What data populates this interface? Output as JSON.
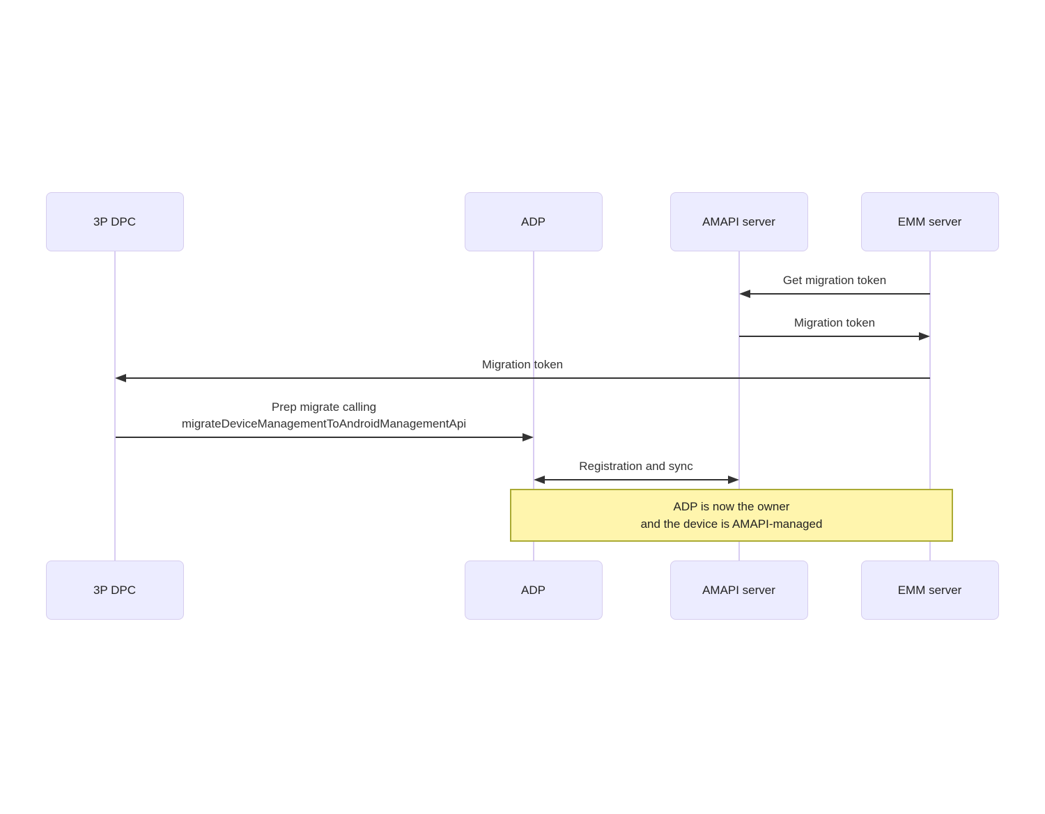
{
  "diagram": {
    "type": "sequence-diagram",
    "actors": [
      {
        "id": "3p-dpc",
        "label": "3P DPC"
      },
      {
        "id": "adp",
        "label": "ADP"
      },
      {
        "id": "amapi-server",
        "label": "AMAPI server"
      },
      {
        "id": "emm-server",
        "label": "EMM server"
      }
    ],
    "messages": [
      {
        "label": "Get migration token",
        "from": "EMM server",
        "to": "AMAPI server",
        "direction": "left"
      },
      {
        "label": "Migration token",
        "from": "AMAPI server",
        "to": "EMM server",
        "direction": "right"
      },
      {
        "label": "Migration token",
        "from": "EMM server",
        "to": "3P DPC",
        "direction": "left"
      },
      {
        "label_line1": "Prep migrate calling",
        "label_line2": "migrateDeviceManagementToAndroidManagementApi",
        "from": "3P DPC",
        "to": "ADP",
        "direction": "right"
      },
      {
        "label": "Registration and sync",
        "from": "ADP",
        "to": "AMAPI server",
        "direction": "both"
      }
    ],
    "note": {
      "line1": "ADP is now the owner",
      "line2": "and the device is AMAPI-managed"
    },
    "colors": {
      "actor_fill": "#ececff",
      "actor_border": "#d6ccee",
      "lifeline": "#d8ccf2",
      "arrow": "#333333",
      "message_text": "#333333",
      "note_fill": "#fff5ad",
      "note_border": "#aaaa33"
    }
  }
}
